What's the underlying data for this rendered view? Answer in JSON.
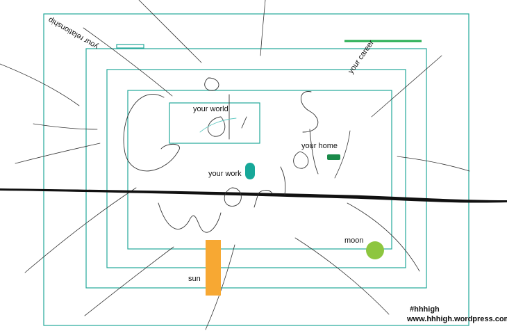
{
  "colors": {
    "frame": "#22a89a",
    "career_bar": "#27ae52",
    "moon": "#8dc63f",
    "sun": "#f7a833",
    "work_pill": "#17a899",
    "home_pill": "#1a8a4a",
    "ink": "#111111",
    "sketch": "#333333"
  },
  "labels": {
    "your_world": "your world",
    "your_home": "your home",
    "your_work": "your work",
    "moon": "moon",
    "sun": "sun",
    "your_relationship": "your relationship",
    "your_career": "your career"
  },
  "handwriting": {
    "word1": "God's",
    "word2": "World"
  },
  "credit": {
    "tag": "#hhhigh",
    "url": "www.hhhigh.wordpress.com"
  },
  "icons": {
    "moon": "green-circle",
    "sun": "orange-bar",
    "work": "teal-pill",
    "home": "green-pill"
  }
}
